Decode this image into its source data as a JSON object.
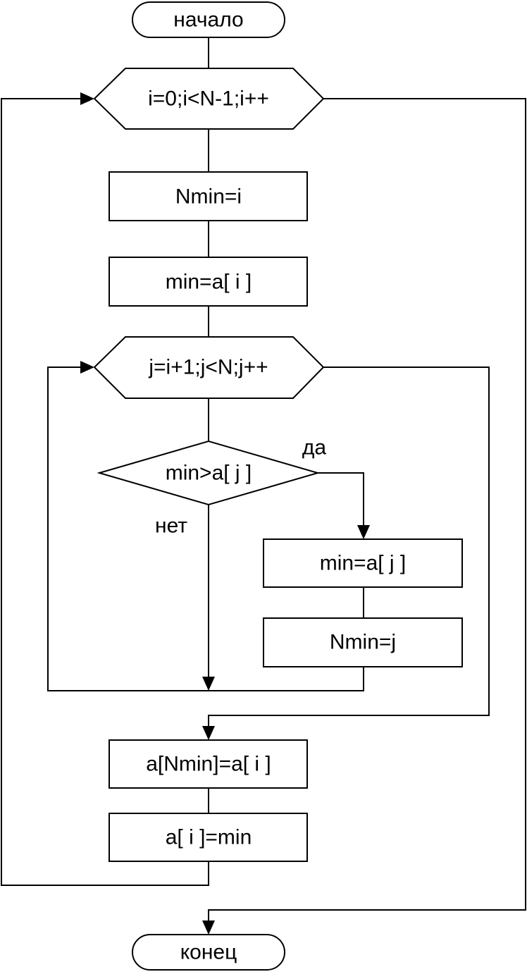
{
  "flowchart": {
    "start": "начало",
    "outer_loop": "i=0;i<N-1;i++",
    "assign_nmin_i": "Nmin=i",
    "assign_min_ai": "min=a[ i ]",
    "inner_loop": "j=i+1;j<N;j++",
    "condition": "min>a[ j ]",
    "branch_yes": "да",
    "branch_no": "нет",
    "assign_min_aj": "min=a[ j ]",
    "assign_nmin_j": "Nmin=j",
    "swap_first": "a[Nmin]=a[ i ]",
    "swap_second": "a[ i ]=min",
    "end": "конец"
  }
}
